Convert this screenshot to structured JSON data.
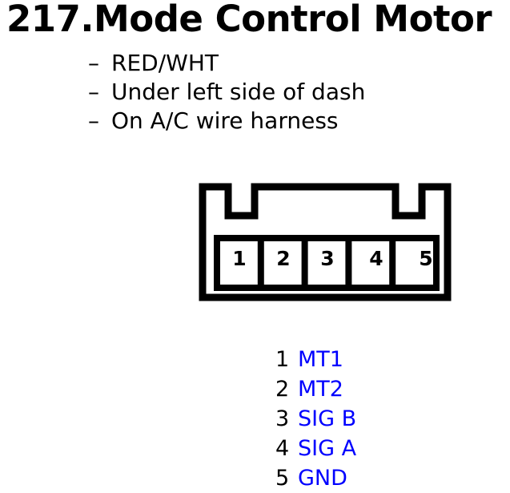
{
  "page": {
    "title": "217.Mode Control Motor",
    "background_color": "#ffffff",
    "text_color": "#000000",
    "accent_color": "#0000ff"
  },
  "details": {
    "bullet_marker": "–",
    "items": [
      {
        "text": "RED/WHT"
      },
      {
        "text": "Under left side of dash"
      },
      {
        "text": "On A/C wire harness"
      }
    ]
  },
  "connector": {
    "outline_color": "#000000",
    "cavity_count": 5,
    "pins": [
      {
        "number": "1"
      },
      {
        "number": "2"
      },
      {
        "number": "3"
      },
      {
        "number": "4"
      },
      {
        "number": "5"
      }
    ]
  },
  "legend": {
    "rows": [
      {
        "pin": "1",
        "label": "MT1"
      },
      {
        "pin": "2",
        "label": "MT2"
      },
      {
        "pin": "3",
        "label": "SIG B"
      },
      {
        "pin": "4",
        "label": "SIG A"
      },
      {
        "pin": "5",
        "label": "GND"
      }
    ]
  }
}
